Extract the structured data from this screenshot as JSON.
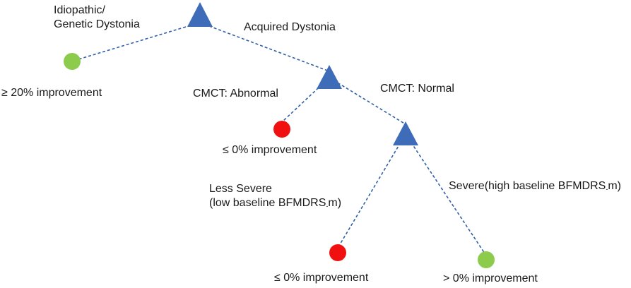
{
  "colors": {
    "edge": "#2F5FA8",
    "node_split": "#3F6CB8",
    "leaf_improve": "#8CCB4C",
    "leaf_no_improve": "#F01010"
  },
  "nodes": {
    "root": {
      "icon": "triangle-node"
    },
    "acquired": {
      "icon": "triangle-node"
    },
    "cmct_normal": {
      "icon": "triangle-node"
    },
    "leaf_idiopathic": {
      "icon": "green-circle",
      "label": "≥ 20% improvement"
    },
    "leaf_cmct_abnormal": {
      "icon": "red-circle",
      "label": "≤ 0% improvement"
    },
    "leaf_less_severe": {
      "icon": "red-circle",
      "label": "≤ 0% improvement"
    },
    "leaf_severe": {
      "icon": "green-circle",
      "label": "> 0% improvement"
    }
  },
  "branches": {
    "idiopathic": {
      "line1": "Idiopathic/",
      "line2": "Genetic Dystonia"
    },
    "acquired": "Acquired Dystonia",
    "cmct_abnormal": "CMCT: Abnormal",
    "cmct_normal": "CMCT: Normal",
    "less_severe": {
      "line1": "Less Severe",
      "line2_prefix": "(low baseline BFMDRS",
      "line2_sub": "-",
      "line2_suffix": "m)"
    },
    "severe": {
      "prefix": "Severe(high baseline BFMDRS",
      "sub": "-",
      "suffix": "m)"
    }
  }
}
